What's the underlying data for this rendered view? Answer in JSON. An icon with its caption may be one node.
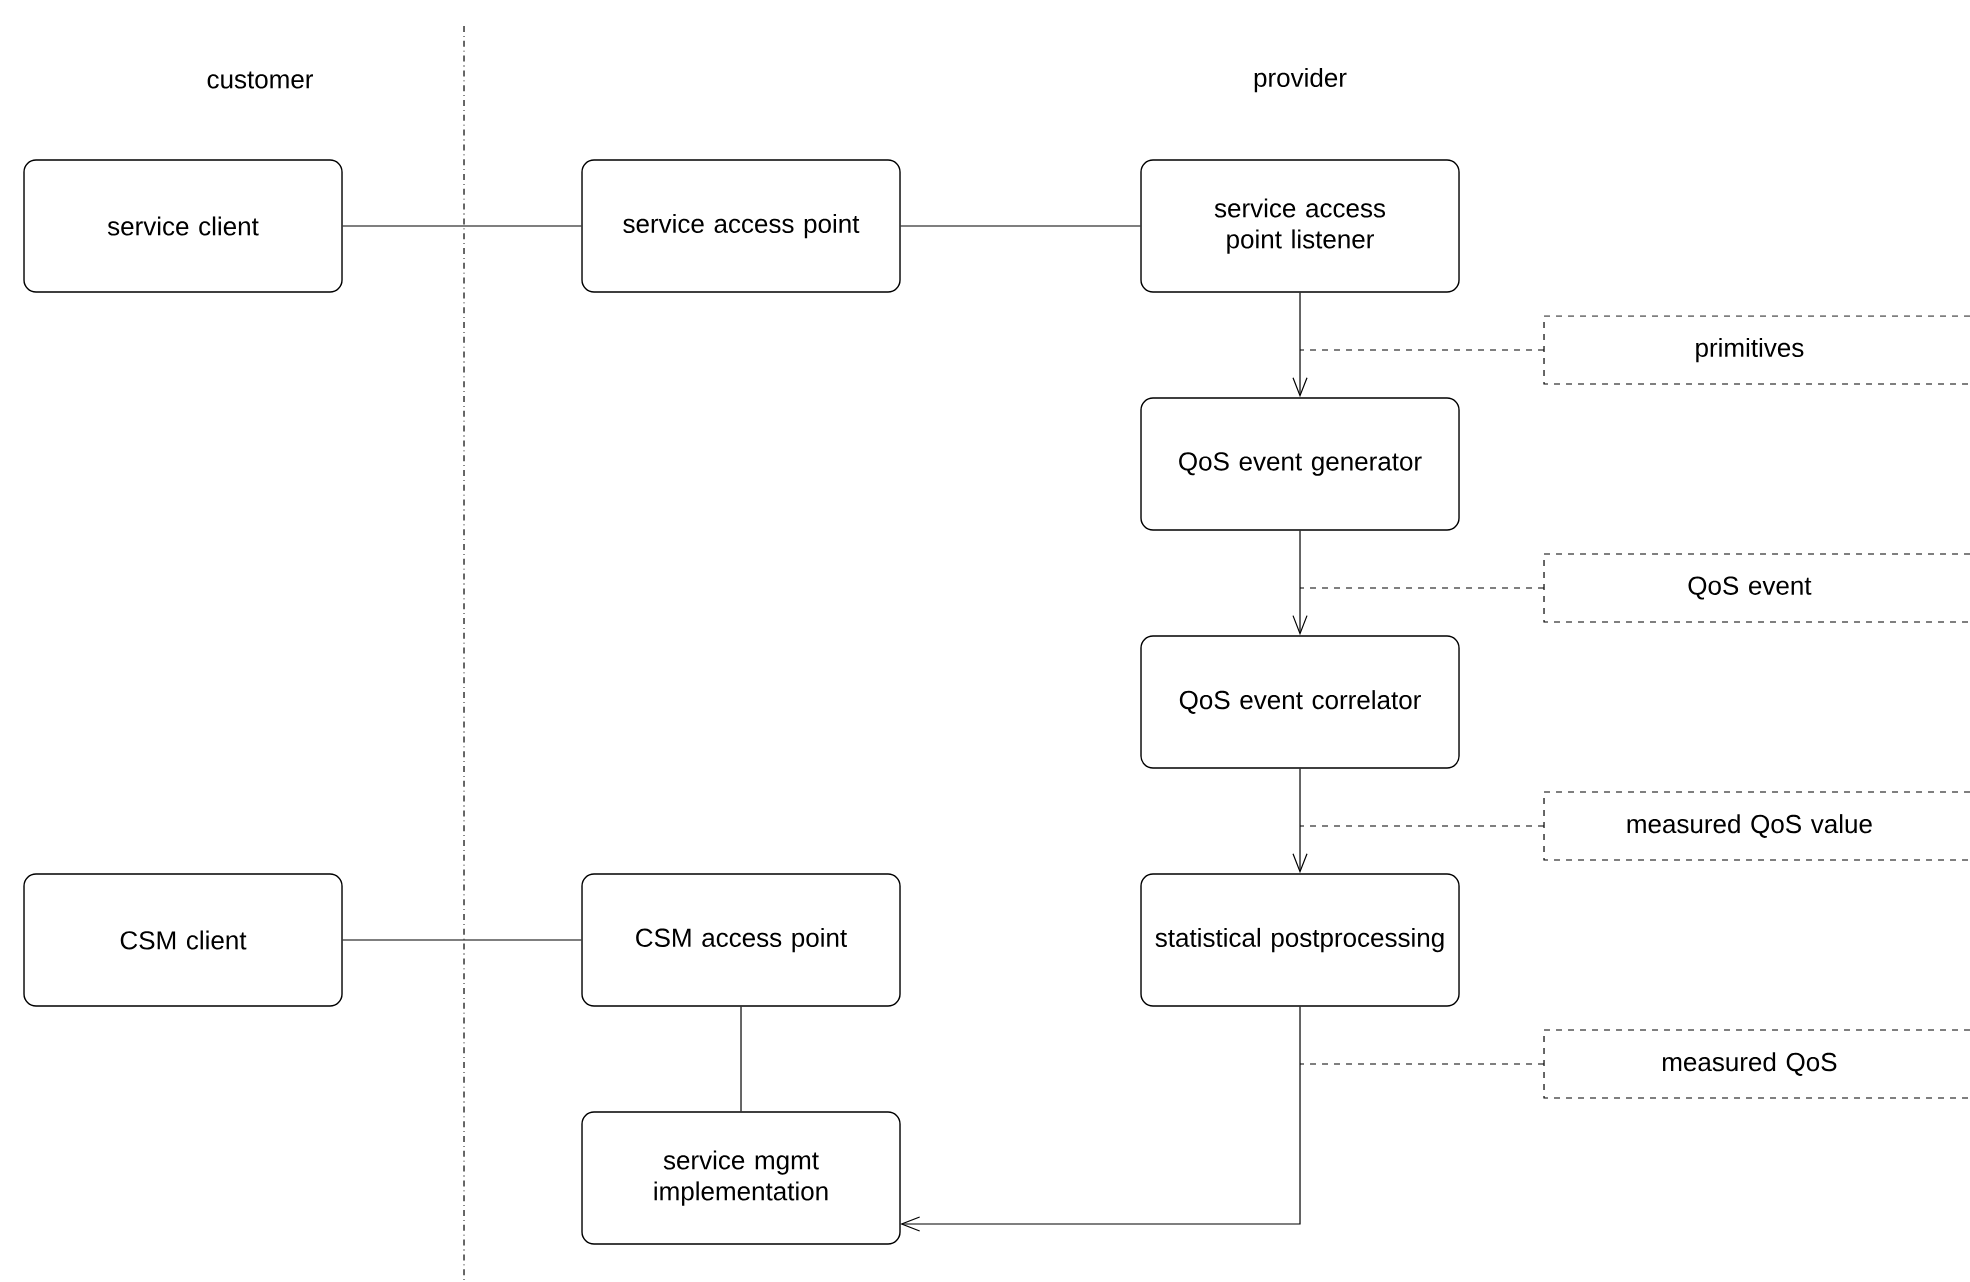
{
  "diagram": {
    "nodes": [
      {
        "text": [
          "service client"
        ]
      },
      {
        "text": [
          "service access point"
        ]
      },
      {
        "text": [
          "service access point listener"
        ]
      },
      {
        "text": [
          "QoS event generator"
        ]
      },
      {
        "text": [
          "QoS event correlator"
        ]
      },
      {
        "text": [
          "statistical postprocessing"
        ]
      },
      {
        "text": [
          "CSM client"
        ]
      },
      {
        "text": [
          "CSM access point"
        ]
      },
      {
        "text": [
          "service mgmt implementation"
        ]
      },
      {
        "text": [
          "primitives"
        ]
      },
      {
        "text": [
          "QoS event"
        ]
      },
      {
        "text": [
          "measured QoS value"
        ]
      },
      {
        "text": [
          "measured QoS"
        ]
      }
    ],
    "edges": [
      {
        "from": 0,
        "to": 1,
        "arrow": "none"
      },
      {
        "from": 1,
        "to": 2,
        "arrow": "none"
      },
      {
        "from": 2,
        "to": 3,
        "arrow": "to"
      },
      {
        "from": 3,
        "to": 4,
        "arrow": "to"
      },
      {
        "from": 4,
        "to": 5,
        "arrow": "to"
      },
      {
        "from": 6,
        "to": 7,
        "arrow": "none"
      },
      {
        "from": 7,
        "to": 8,
        "arrow": "none"
      },
      {
        "from": 5,
        "to": 8,
        "arrow": "to"
      },
      {
        "from": 9,
        "to": null,
        "arrow": "none",
        "style": "dashed"
      },
      {
        "from": 10,
        "to": null,
        "arrow": "none",
        "style": "dashed"
      },
      {
        "from": 11,
        "to": null,
        "arrow": "none",
        "style": "dashed"
      },
      {
        "from": 12,
        "to": null,
        "arrow": "none",
        "style": "dashed"
      }
    ],
    "labels": [
      "customer",
      "provider"
    ]
  }
}
